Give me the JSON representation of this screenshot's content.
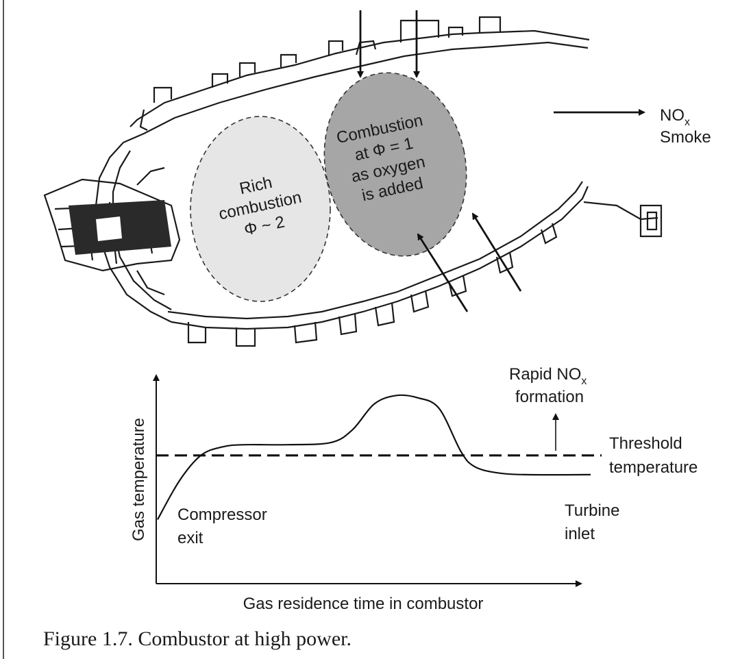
{
  "diagram": {
    "zones": {
      "rich": {
        "line1": "Rich",
        "line2": "combustion",
        "line3": "Φ ~ 2"
      },
      "stoich": {
        "line1": "Combustion",
        "line2": "at Φ = 1",
        "line3": "as oxygen",
        "line4": "is added"
      }
    },
    "exit": {
      "nox": "NO",
      "nox_sub": "x",
      "smoke": "Smoke"
    }
  },
  "chart": {
    "ylabel": "Gas temperature",
    "xlabel": "Gas residence time in combustor",
    "start_label": {
      "line1": "Compressor",
      "line2": "exit"
    },
    "end_label": {
      "line1": "Turbine",
      "line2": "inlet"
    },
    "threshold": {
      "line1": "Threshold",
      "line2": "temperature"
    },
    "rapid": {
      "line1_pre": "Rapid NO",
      "line1_sub": "x",
      "line2": "formation"
    }
  },
  "chart_data": {
    "type": "line",
    "title": "",
    "xlabel": "Gas residence time in combustor",
    "ylabel": "Gas temperature",
    "x": [
      0,
      0.05,
      0.1,
      0.15,
      0.2,
      0.3,
      0.4,
      0.45,
      0.5,
      0.55,
      0.6,
      0.65,
      0.7,
      0.73,
      0.78,
      0.85,
      1.0
    ],
    "series": [
      {
        "values": [
          0.3,
          0.48,
          0.6,
          0.64,
          0.65,
          0.65,
          0.66,
          0.72,
          0.84,
          0.88,
          0.87,
          0.82,
          0.62,
          0.55,
          0.52,
          0.51,
          0.51
        ]
      }
    ],
    "threshold": 0.6,
    "grid": false
  },
  "caption": "Figure 1.7. Combustor at high power."
}
